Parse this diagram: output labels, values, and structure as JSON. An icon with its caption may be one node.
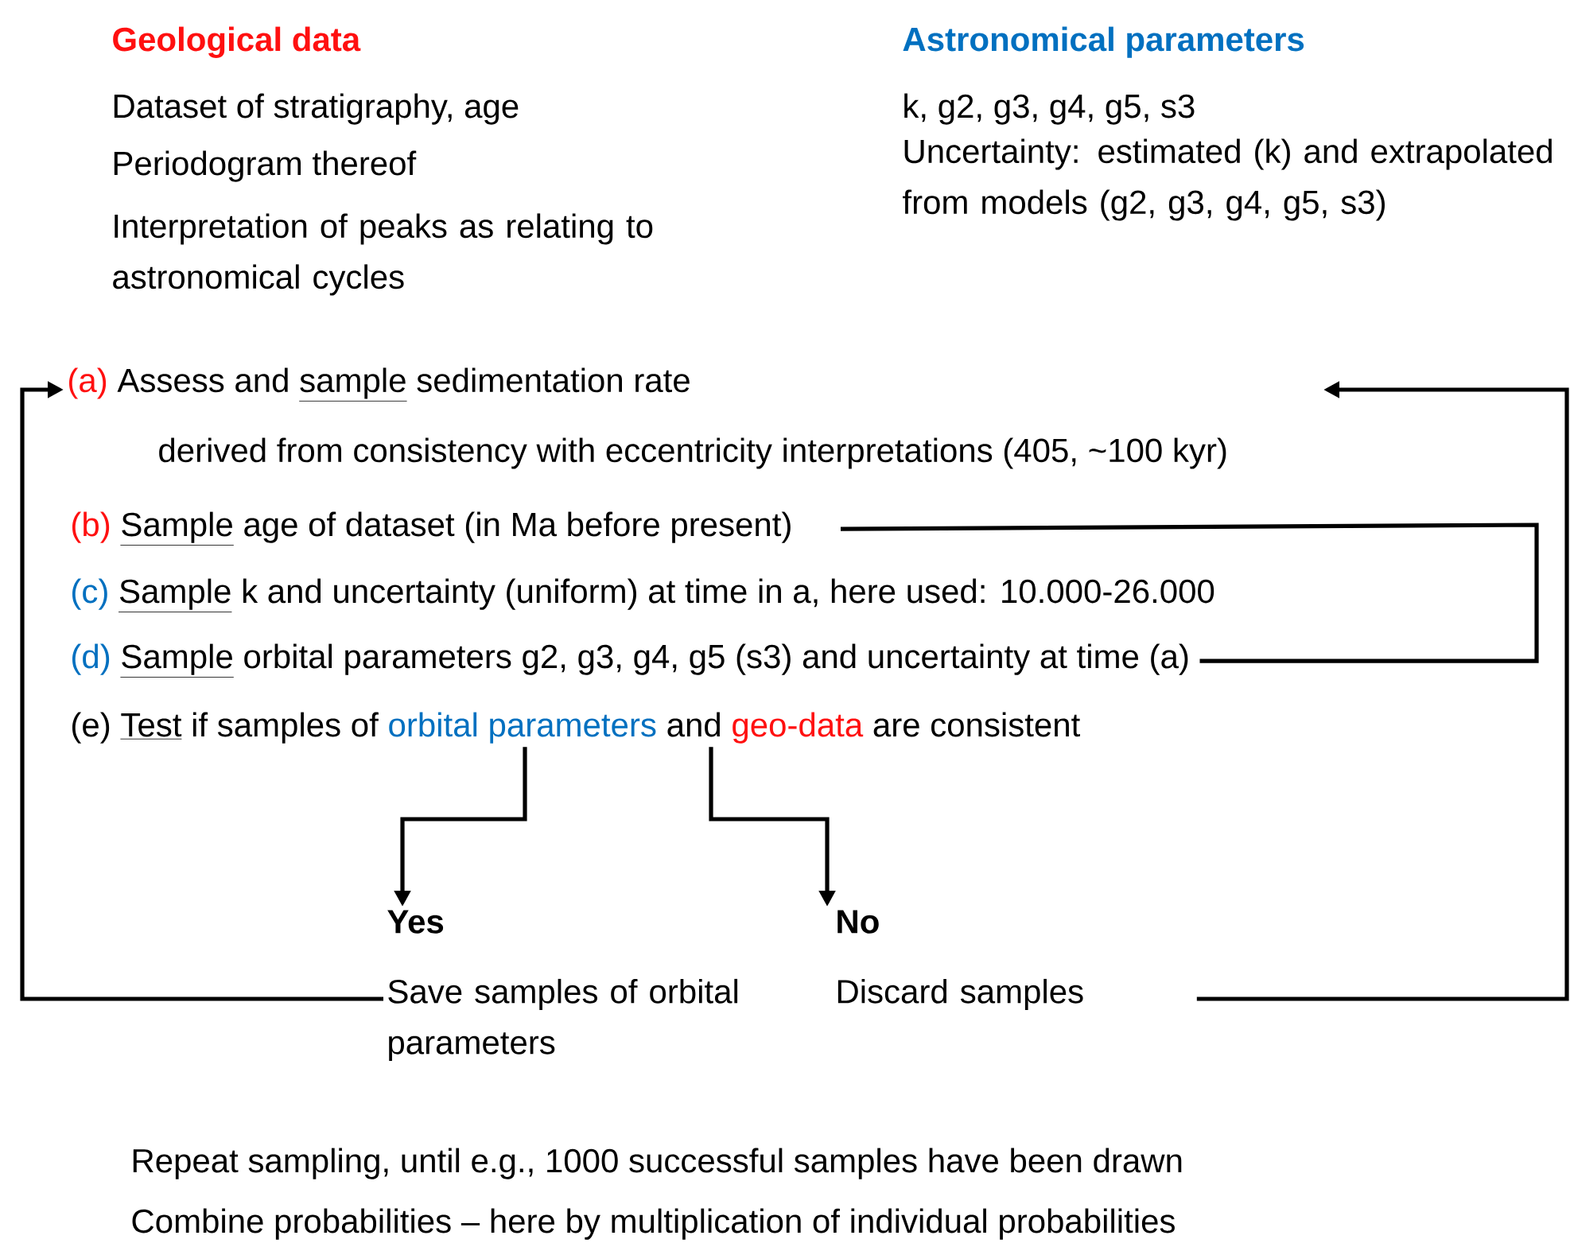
{
  "diagram": {
    "nodes": [
      {
        "text": [
          "(a)",
          "Assess and",
          "sample",
          "sedimentation rate",
          "derived from consistency with eccentricity interpretations (405, ~100 kyr)"
        ]
      },
      {
        "text": [
          "(b)",
          "Sample",
          "age of dataset (in Ma before present)"
        ]
      },
      {
        "text": [
          "(d)",
          "Sample",
          "orbital parameters g2, g3, g4, g5 (s3) and uncertainty at time (a)"
        ]
      },
      {
        "text": [
          "(e)",
          "Test",
          "if samples of",
          "orbital parameters",
          "and",
          "geo-data",
          "are consistent"
        ]
      },
      {
        "text": [
          "Yes",
          "Save samples of orbital parameters"
        ]
      },
      {
        "text": [
          "No",
          "Discard samples"
        ]
      }
    ],
    "edges": [
      {
        "from": 3,
        "to": 4,
        "arrow": "to"
      },
      {
        "from": 3,
        "to": 5,
        "arrow": "to"
      },
      {
        "from": 4,
        "to": 0,
        "arrow": "to"
      },
      {
        "from": 5,
        "to": 0,
        "arrow": "to"
      },
      {
        "from": 1,
        "to": 2,
        "arrow": "none"
      }
    ],
    "labels": [
      "Geological data",
      "Astronomical parameters",
      "Dataset of stratigraphy, age",
      "k, g2, g3, g4, g5, s3",
      "Periodogram thereof",
      "Uncertainty: estimated (k) and extrapolated from models (g2, g3, g4, g5, s3)",
      "Interpretation of peaks as relating to astronomical cycles",
      "(c)",
      "Sample",
      "k and uncertainty (uniform) at time in a, here used: 10.000-26.000",
      "Repeat sampling, until e.g., 1000 successful samples have been drawn",
      "Combine probabilities – here by multiplication of individual probabilities"
    ]
  }
}
